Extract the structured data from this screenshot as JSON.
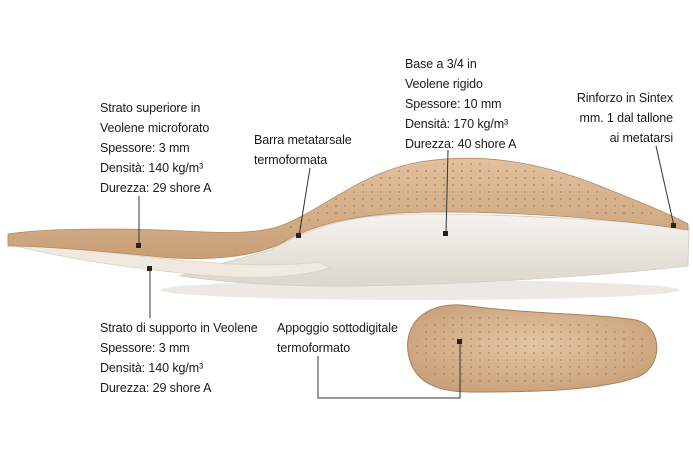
{
  "colors": {
    "leather": "#d9b48c",
    "leather_dark": "#c49a70",
    "foam": "#eeeae4",
    "foam_shadow": "#d8d2c8",
    "marker": "#2a2118",
    "leader_line": "#333333",
    "text": "#1a1a1a"
  },
  "annotations": {
    "strato_superiore": {
      "lines": [
        "Strato superiore in",
        "Veolene microforato",
        "Spessore: 3 mm",
        "Densità: 140 kg/m³",
        "Durezza: 29 shore A"
      ]
    },
    "barra_metatarsale": {
      "lines": [
        "Barra metatarsale",
        "termoformata"
      ]
    },
    "base_3_4": {
      "lines": [
        "Base a 3/4 in",
        "Veolene rigido",
        "Spessore: 10 mm",
        "Densità: 170 kg/m³",
        "Durezza: 40 shore A"
      ]
    },
    "rinforzo_sintex": {
      "lines": [
        "Rinforzo in Sintex",
        "mm. 1 dal tallone",
        "ai metatarsi"
      ]
    },
    "strato_supporto": {
      "lines": [
        "Strato di supporto in Veolene",
        "Spessore: 3 mm",
        "Densità: 140 kg/m³",
        "Durezza: 29 shore A"
      ]
    },
    "appoggio_sottodigitale": {
      "lines": [
        "Appoggio sottodigitale",
        "termoformato"
      ]
    }
  }
}
